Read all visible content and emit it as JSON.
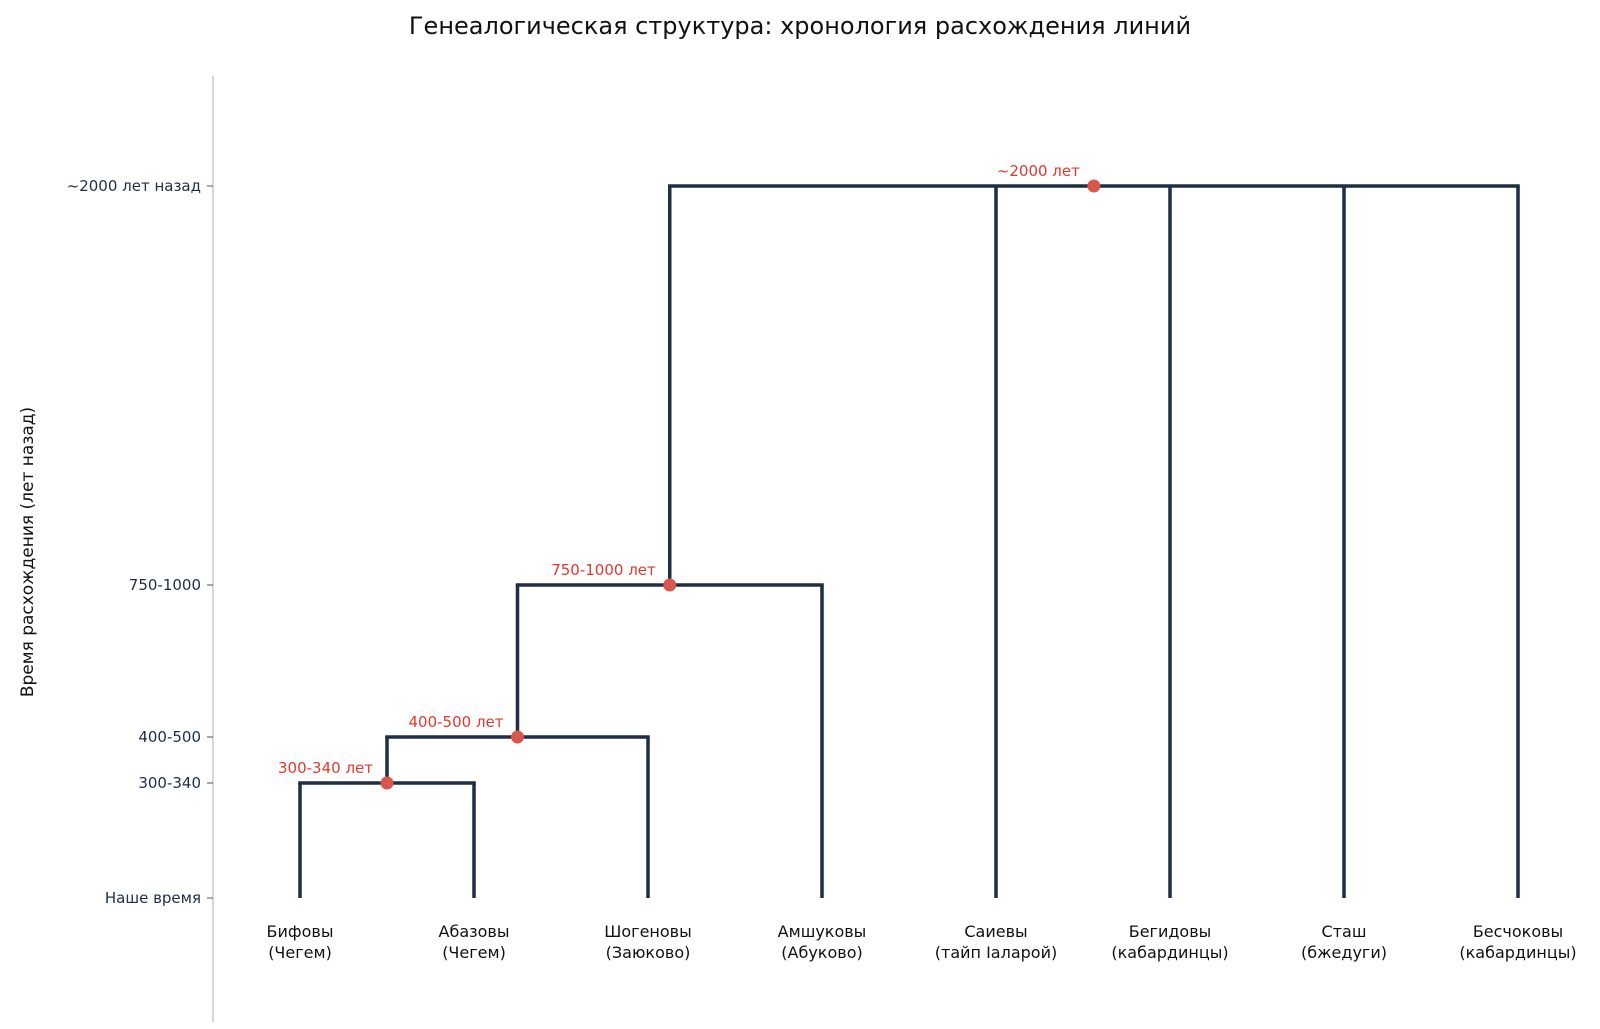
{
  "title": "Генеалогическая структура: хронология расхождения линий",
  "chart_data": {
    "type": "dendrogram",
    "ylabel": "Время расхождения (лет назад)",
    "y_ticks": [
      {
        "label": "Наше время",
        "value": 0
      },
      {
        "label": "300-340",
        "value": 320
      },
      {
        "label": "400-500",
        "value": 450
      },
      {
        "label": "750-1000",
        "value": 875
      },
      {
        "label": "~2000 лет назад",
        "value": 2000
      }
    ],
    "leaves": [
      {
        "line1": "Бифовы",
        "line2": "(Чегем)"
      },
      {
        "line1": "Абазовы",
        "line2": "(Чегем)"
      },
      {
        "line1": "Шогеновы",
        "line2": "(Заюково)"
      },
      {
        "line1": "Амшуковы",
        "line2": "(Абуково)"
      },
      {
        "line1": "Саиевы",
        "line2": "(тайп Iаларой)"
      },
      {
        "line1": "Бегидовы",
        "line2": "(кабардинцы)"
      },
      {
        "line1": "Сташ",
        "line2": "(бжедуги)"
      },
      {
        "line1": "Бесчоковы",
        "line2": "(кабардинцы)"
      }
    ],
    "merges": [
      {
        "label": "300-340 лет",
        "value": 320,
        "children": [
          "leaf:0",
          "leaf:1"
        ]
      },
      {
        "label": "400-500 лет",
        "value": 450,
        "children": [
          "merge:0",
          "leaf:2"
        ]
      },
      {
        "label": "750-1000 лет",
        "value": 875,
        "children": [
          "merge:1",
          "leaf:3"
        ]
      },
      {
        "label": "~2000 лет",
        "value": 2000,
        "children": [
          "merge:2",
          "leaf:4",
          "leaf:5",
          "leaf:6",
          "leaf:7"
        ]
      }
    ],
    "colors": {
      "branch": "#1f2d45",
      "node": "#d9574a",
      "node_label": "#e0392b",
      "axis": "#bbbbbb"
    }
  }
}
